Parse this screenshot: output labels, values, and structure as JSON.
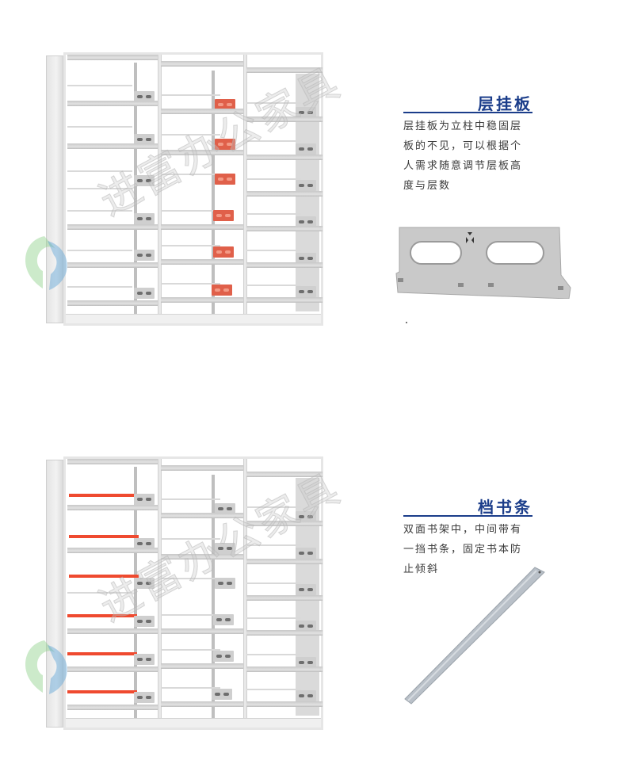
{
  "sections": [
    {
      "id": "shelf-hanger",
      "title": "层挂板",
      "description": "层挂板为立柱中稳固层板的不见，可以根据个人需求随意调节层板高度与层数",
      "description_lines": [
        "层挂板为立柱中稳固层",
        "板的不见，可以根据个",
        "人需求随意调节层板高",
        "度与层数"
      ],
      "highlight_color": "#e0604a",
      "product_image": "double-bay steel bookshelf with red highlighted shelf hanger brackets",
      "part_image": "grey steel shelf hanger plate with two oval slots"
    },
    {
      "id": "book-stop-bar",
      "title": "档书条",
      "description": "双面书架中，中间带有一挡书条，固定书本防止倾斜",
      "description_lines": [
        "双面书架中，中间带有",
        "一挡书条，固定书本防",
        "止倾斜"
      ],
      "highlight_color": "#ef4a2f",
      "product_image": "double-bay steel bookshelf with red highlighted book stop bars",
      "part_image": "long grey steel book stop bar"
    }
  ],
  "watermark": "进富办公家具",
  "colors": {
    "title": "#1b3d8a",
    "text": "#3a3a3a",
    "background": "#ffffff"
  }
}
